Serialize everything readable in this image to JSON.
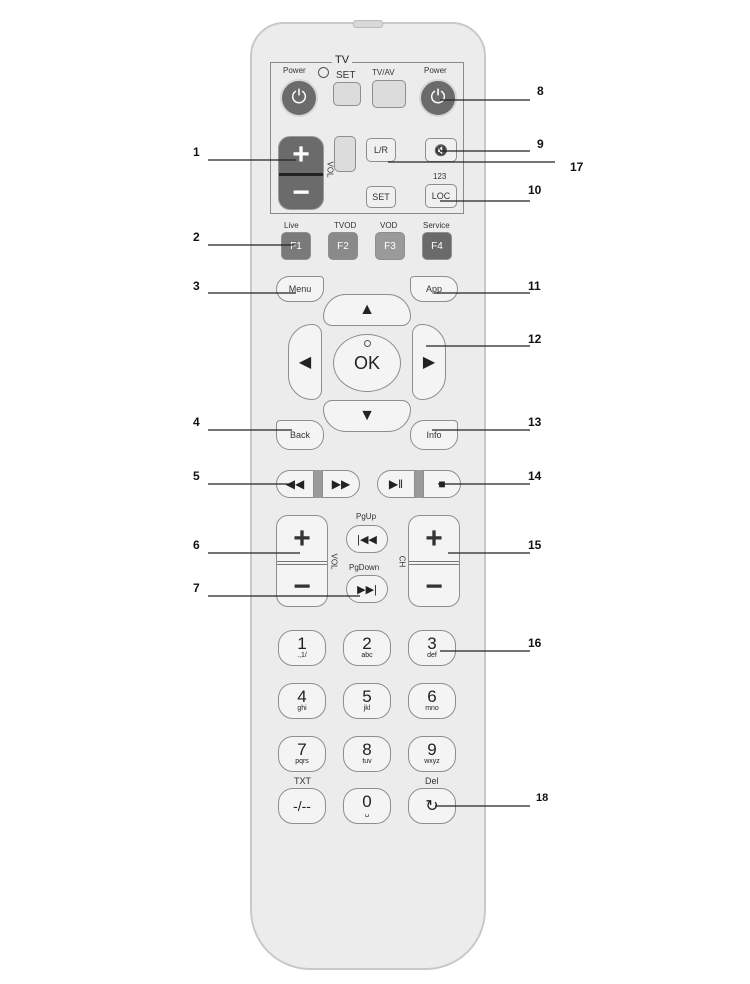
{
  "remote": {
    "tv_label": "TV",
    "power_left_label": "Power",
    "set_top_label": "SET",
    "tvav_label": "TV/AV",
    "power_right_label": "Power",
    "vol_side_label": "VOL",
    "lr_label": "L/R",
    "mute_glyph": "🔇",
    "set_label": "SET",
    "loc_top_label": "123",
    "loc_label": "LOC",
    "f_labels": [
      "Live",
      "TVOD",
      "VOD",
      "Service"
    ],
    "f_keys": [
      "F1",
      "F2",
      "F3",
      "F4"
    ],
    "menu_label": "Menu",
    "app_label": "App",
    "ok_label": "OK",
    "back_label": "Back",
    "info_label": "Info",
    "pgup_label": "PgUp",
    "pgdown_label": "PgDown",
    "vol_label": "VOL",
    "ch_label": "CH",
    "num_keys": [
      {
        "digit": "1",
        "sub": ".,1/"
      },
      {
        "digit": "2",
        "sub": "abc"
      },
      {
        "digit": "3",
        "sub": "def"
      },
      {
        "digit": "4",
        "sub": "ghi"
      },
      {
        "digit": "5",
        "sub": "jkl"
      },
      {
        "digit": "6",
        "sub": "mno"
      },
      {
        "digit": "7",
        "sub": "pqrs"
      },
      {
        "digit": "8",
        "sub": "tuv"
      },
      {
        "digit": "9",
        "sub": "wxyz"
      }
    ],
    "txt_label": "TXT",
    "dash_key": "-/--",
    "zero_key": "0",
    "del_label": "Del"
  },
  "callouts": {
    "left": [
      "1",
      "2",
      "3",
      "4",
      "5",
      "6",
      "7"
    ],
    "right": [
      "8",
      "9",
      "10",
      "11",
      "12",
      "13",
      "14",
      "15",
      "16",
      "18"
    ],
    "c17": "17"
  },
  "colors": {
    "body": "#ececec",
    "dark_button": "#6b6b6b",
    "f_keys": [
      "#7a7a7a",
      "#8a8a8a",
      "#9a9a9a",
      "#6a6a6a"
    ]
  }
}
